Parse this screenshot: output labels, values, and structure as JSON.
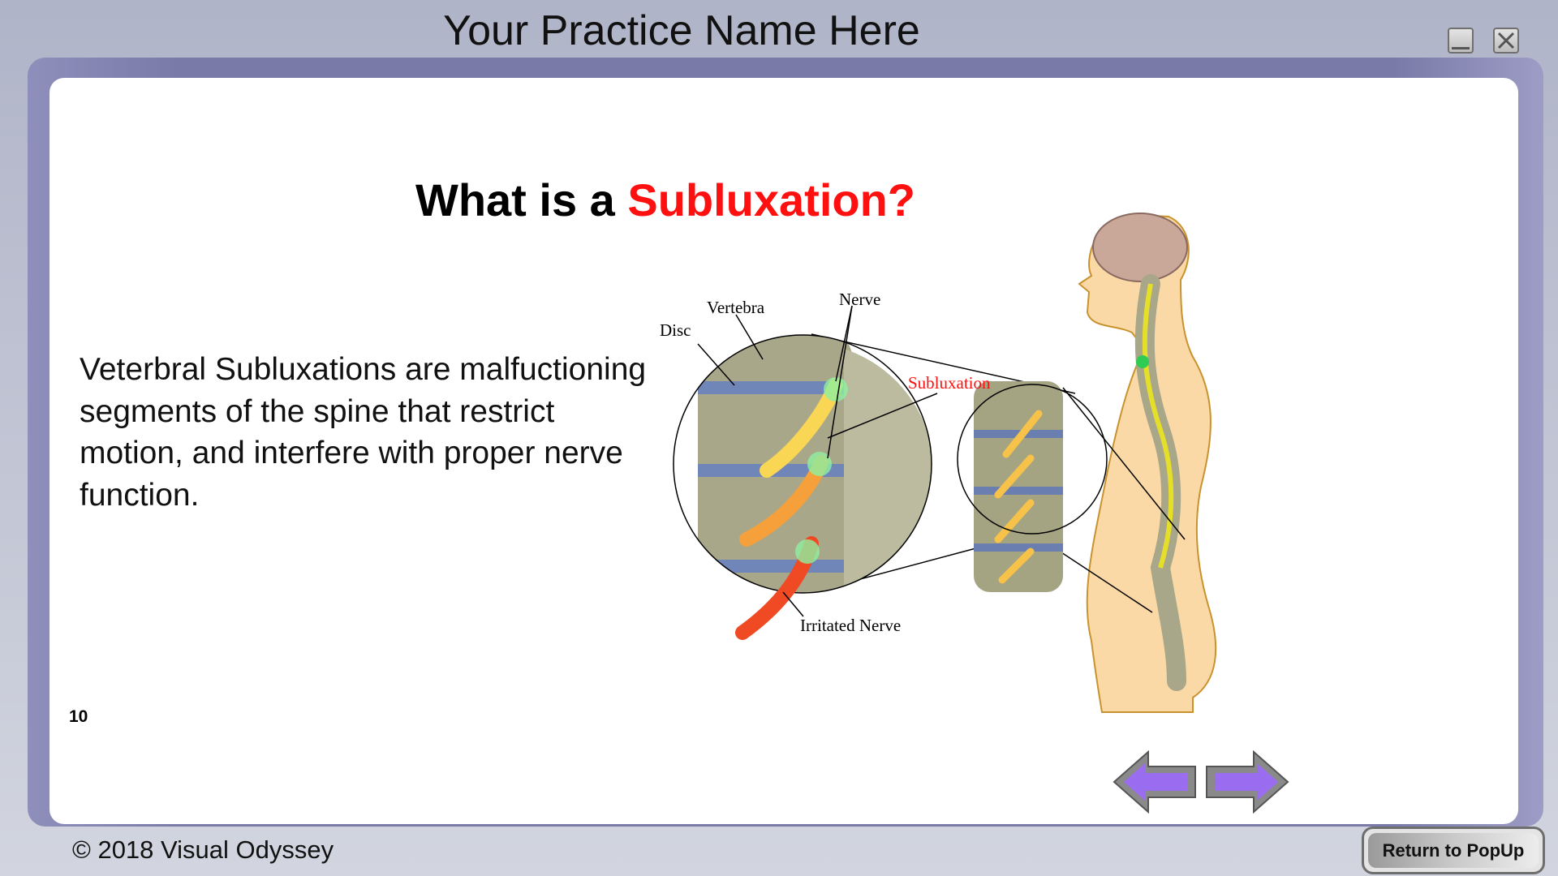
{
  "window": {
    "title": "Your Practice Name Here",
    "minimize_icon": "minimize-icon",
    "close_icon": "close-icon"
  },
  "slide": {
    "heading_prefix": "What is a ",
    "heading_highlight": "Subluxation?",
    "body": "Veterbral Subluxations are malfuctioning segments of the spine that restrict motion, and interfere with proper nerve function.",
    "page_number": "10",
    "labels": {
      "disc": "Disc",
      "vertebra": "Vertebra",
      "nerve": "Nerve",
      "subluxation": "Subluxation",
      "irritated_nerve": "Irritated Nerve"
    }
  },
  "footer": {
    "copyright": "© 2018 Visual Odyssey",
    "return_button": "Return to PopUp"
  },
  "colors": {
    "frame": "#7a7aa8",
    "highlight": "#ff1010",
    "arrow": "#9a6cf0"
  }
}
